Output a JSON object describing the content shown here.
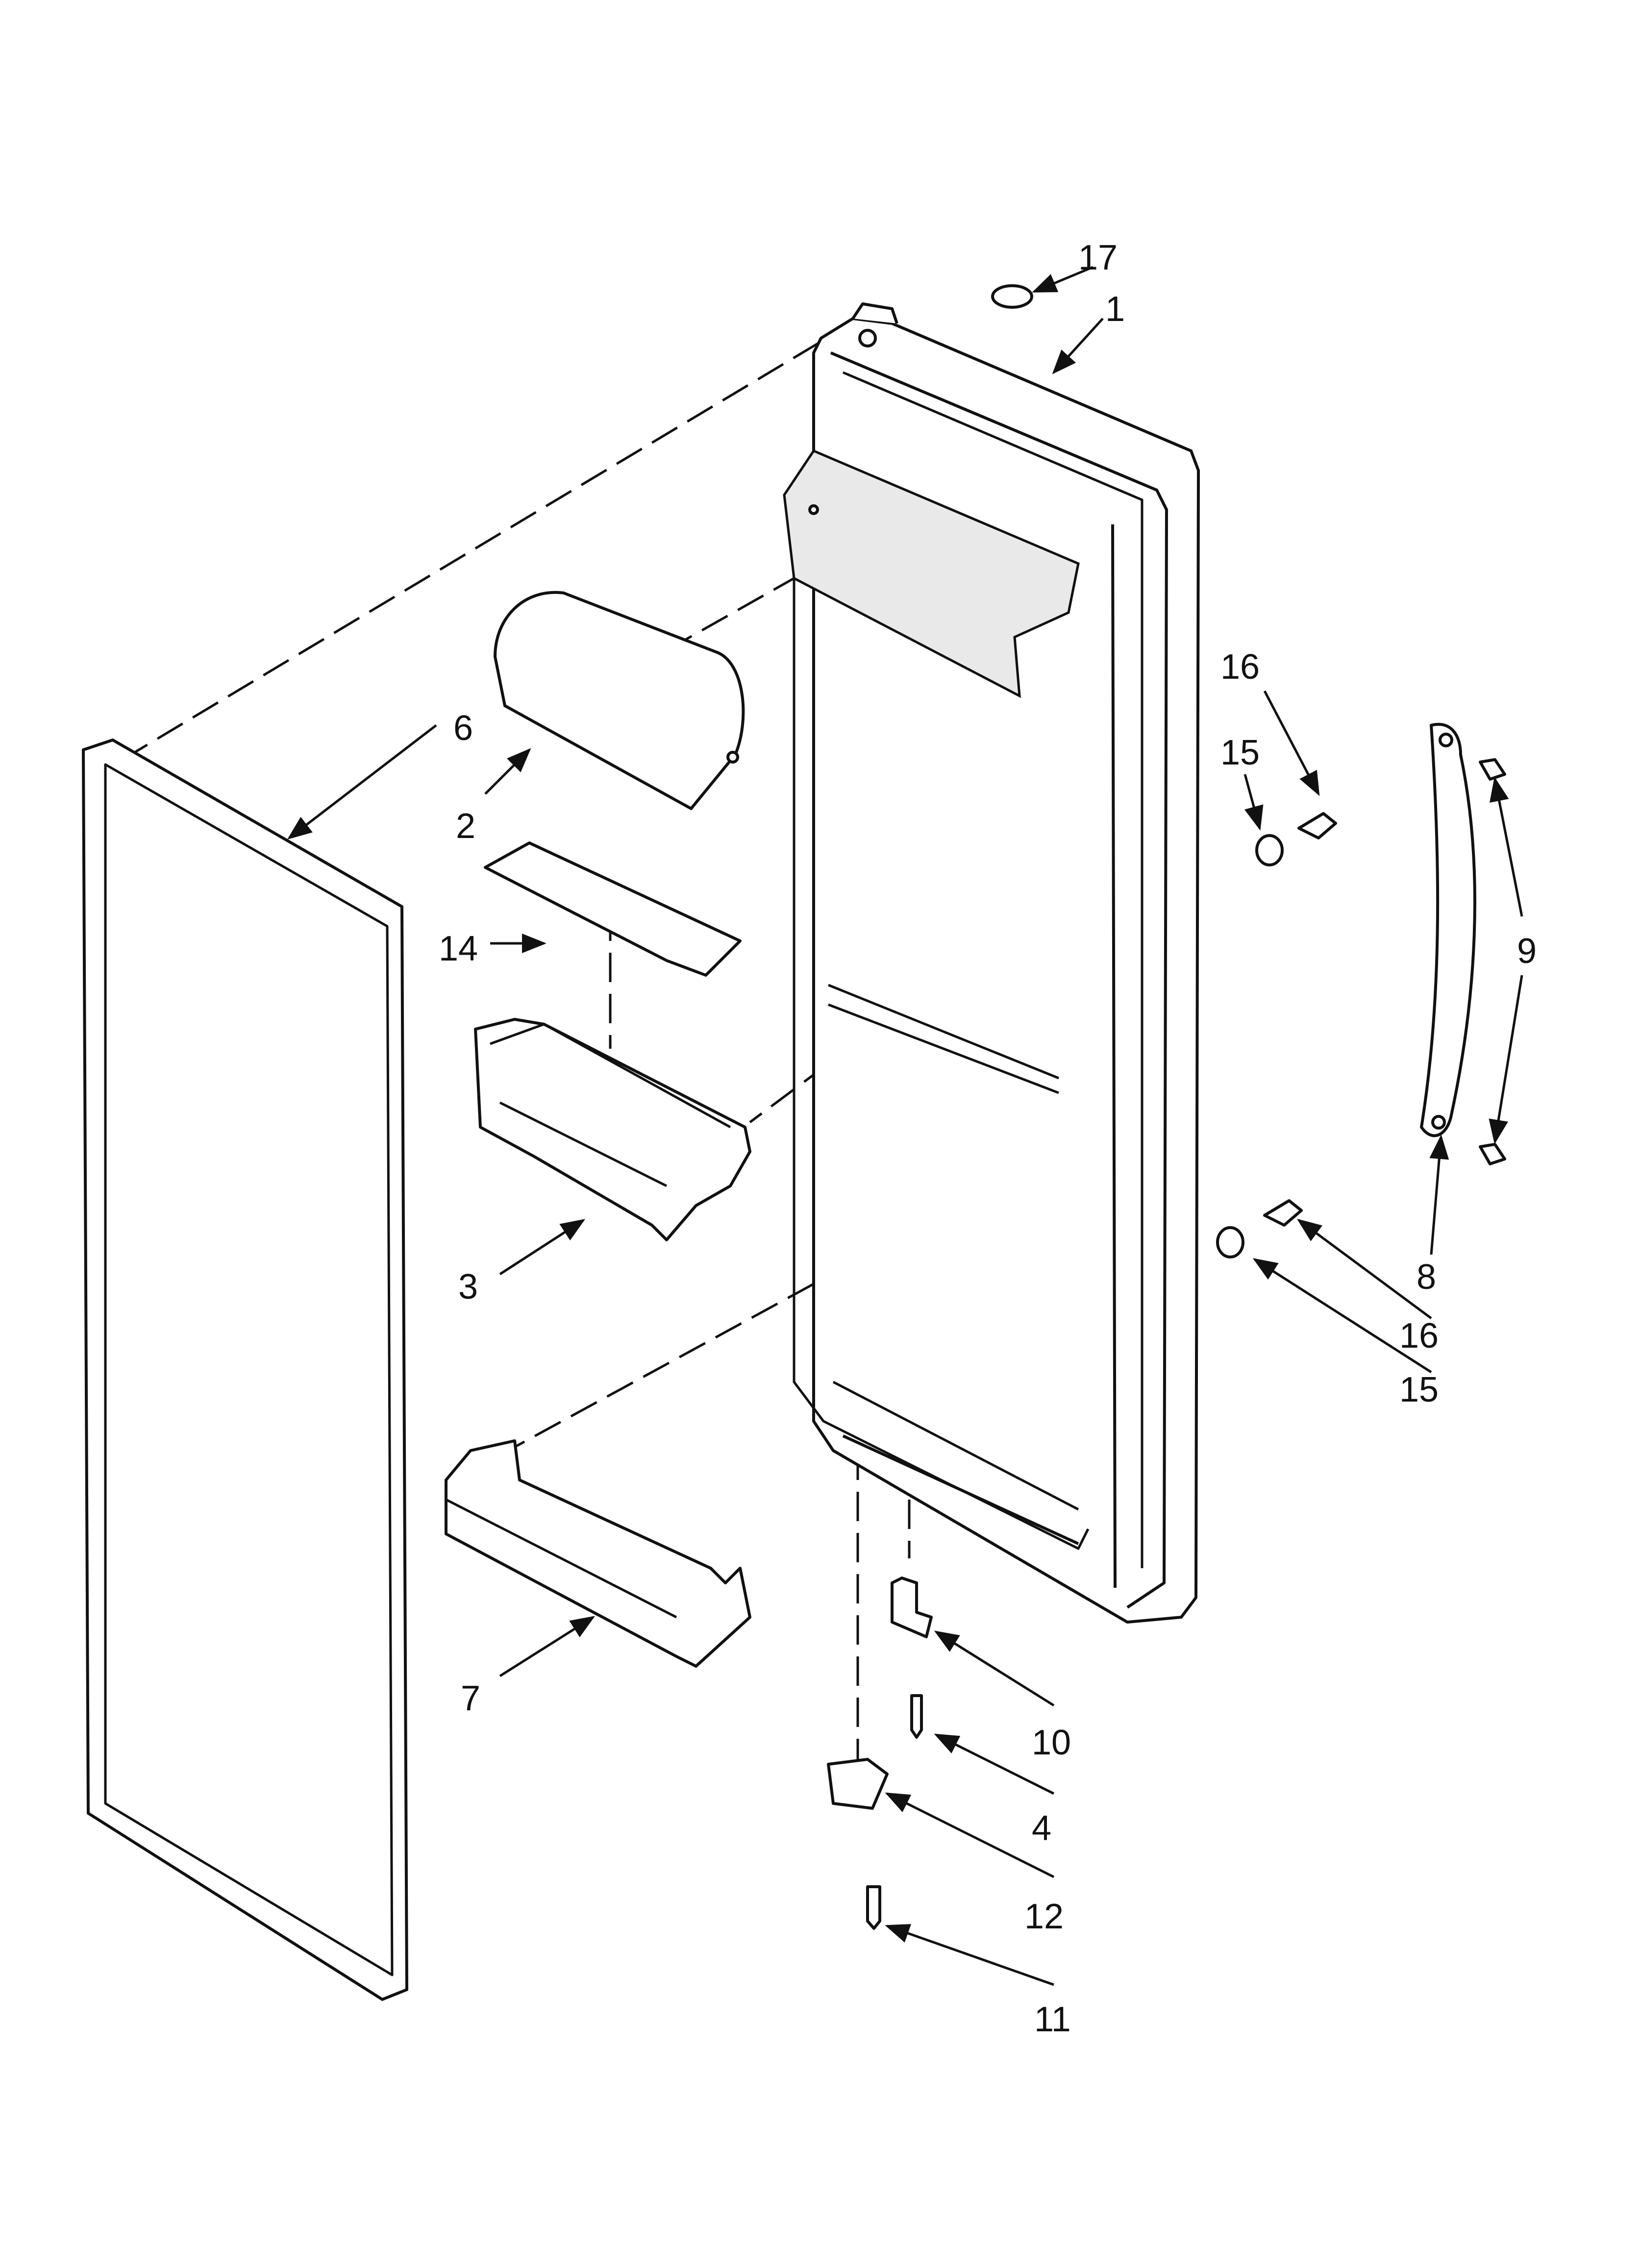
{
  "diagram": {
    "type": "exploded parts diagram",
    "callouts": [
      {
        "id": "17",
        "label": "17"
      },
      {
        "id": "1",
        "label": "1"
      },
      {
        "id": "16",
        "label": "16"
      },
      {
        "id": "15",
        "label": "15"
      },
      {
        "id": "6",
        "label": "6"
      },
      {
        "id": "2",
        "label": "2"
      },
      {
        "id": "14",
        "label": "14"
      },
      {
        "id": "9",
        "label": "9"
      },
      {
        "id": "3",
        "label": "3"
      },
      {
        "id": "8",
        "label": "8"
      },
      {
        "id": "16b",
        "label": "16"
      },
      {
        "id": "15b",
        "label": "15"
      },
      {
        "id": "7",
        "label": "7"
      },
      {
        "id": "10",
        "label": "10"
      },
      {
        "id": "4",
        "label": "4"
      },
      {
        "id": "12",
        "label": "12"
      },
      {
        "id": "11",
        "label": "11"
      }
    ]
  }
}
